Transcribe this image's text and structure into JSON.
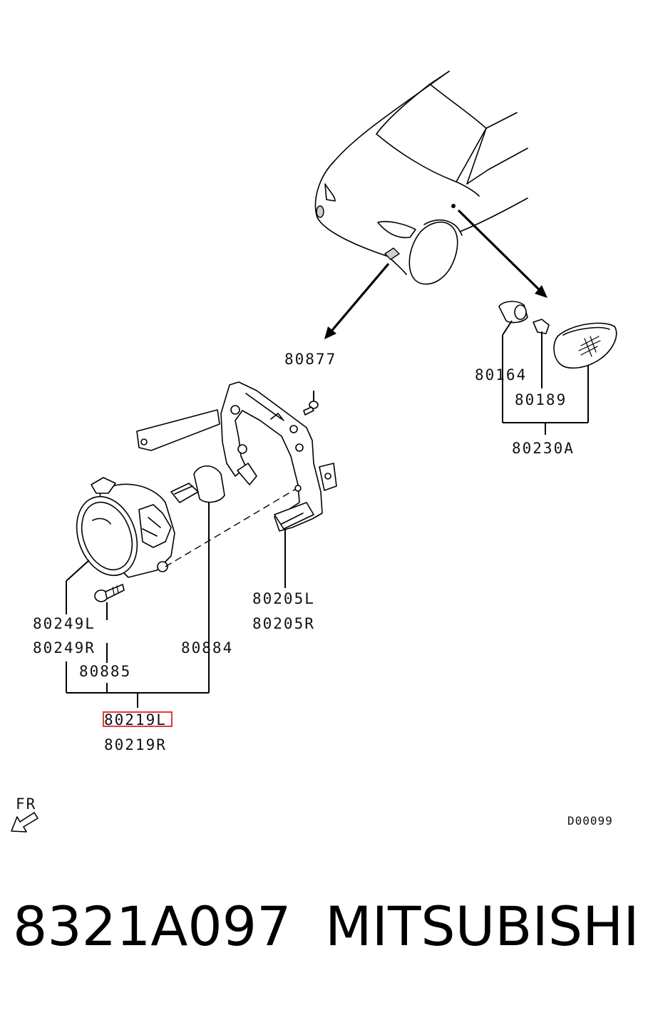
{
  "labels": {
    "p80877": "80877",
    "p80164": "80164",
    "p80189": "80189",
    "p80230A": "80230A",
    "p80205L": "80205L",
    "p80205R": "80205R",
    "p80249L": "80249L",
    "p80249R": "80249R",
    "p80884": "80884",
    "p80885": "80885",
    "p80219L": "80219L",
    "p80219R": "80219R"
  },
  "front_indicator": "FR",
  "drawing_code": "D00099",
  "caption": {
    "part_number": "8321A097",
    "brand": "MITSUBISHI"
  },
  "highlight": {
    "part": "80219L",
    "color": "#e23a3a"
  }
}
